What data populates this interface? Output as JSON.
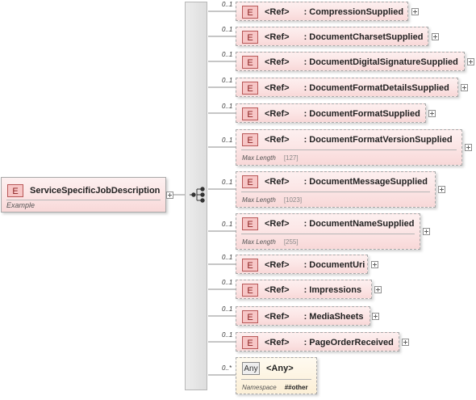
{
  "root": {
    "badge": "E",
    "name": "ServiceSpecificJobDescription",
    "note": "Example"
  },
  "ref_label": "<Ref>",
  "element_badge": "E",
  "children": [
    {
      "cardinality": "0..1",
      "name": ": CompressionSupplied"
    },
    {
      "cardinality": "0..1",
      "name": ": DocumentCharsetSupplied"
    },
    {
      "cardinality": "0..1",
      "name": ": DocumentDigitalSignatureSupplied"
    },
    {
      "cardinality": "0..1",
      "name": ": DocumentFormatDetailsSupplied"
    },
    {
      "cardinality": "0..1",
      "name": ": DocumentFormatSupplied"
    },
    {
      "cardinality": "0..1",
      "name": ": DocumentFormatVersionSupplied",
      "facet_label": "Max Length",
      "facet_value": "[127]"
    },
    {
      "cardinality": "0..1",
      "name": ": DocumentMessageSupplied",
      "facet_label": "Max Length",
      "facet_value": "[1023]"
    },
    {
      "cardinality": "0..1",
      "name": ": DocumentNameSupplied",
      "facet_label": "Max Length",
      "facet_value": "[255]"
    },
    {
      "cardinality": "0..1",
      "name": ": DocumentUri"
    },
    {
      "cardinality": "0..1",
      "name": ": Impressions"
    },
    {
      "cardinality": "0..1",
      "name": ": MediaSheets"
    },
    {
      "cardinality": "0..1",
      "name": ": PageOrderReceived"
    }
  ],
  "any": {
    "cardinality": "0..*",
    "badge": "Any",
    "label": "<Any>",
    "facet_label": "Namespace",
    "facet_value": "##other"
  }
}
